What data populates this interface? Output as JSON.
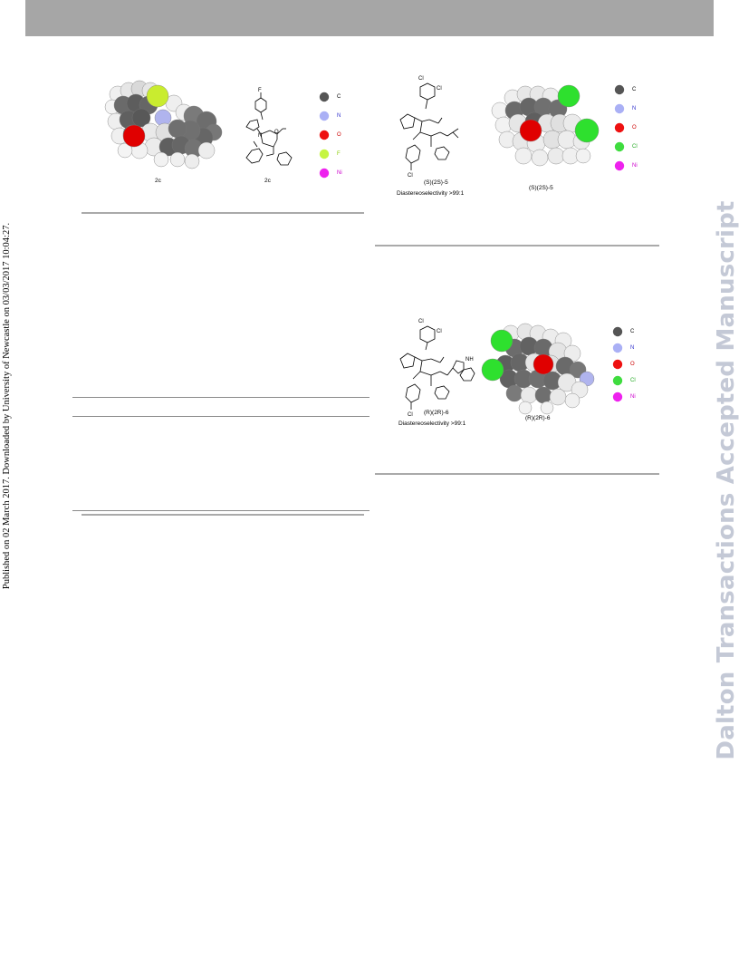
{
  "header": {
    "side_text": "Published on 02 March 2017. Downloaded by University of Newcastle on 03/03/2017 10:04:27.",
    "watermark": "Dalton Transactions Accepted Manuscript"
  },
  "figure1": {
    "model_label": "2c",
    "structure_label": "2c",
    "atoms": {
      "F": "F",
      "N": "N",
      "O": "O"
    },
    "legend": [
      "C",
      "N",
      "O",
      "F",
      "Ni"
    ],
    "legend_colors": [
      "#555555",
      "#aab0f5",
      "#ee1111",
      "#c6f542",
      "#ee22ee"
    ],
    "label_colors": [
      "#000000",
      "#3333cc",
      "#cc0000",
      "#88cc00",
      "#cc00cc"
    ]
  },
  "figure2": {
    "substituents": [
      "Cl",
      "Cl"
    ],
    "compound_label": "(S)(2S)-5",
    "diastereoselectivity": "Diastereoselectivity >99:1",
    "model_label": "(S)(2S)-5",
    "legend": [
      "C",
      "N",
      "O",
      "Cl",
      "Ni"
    ],
    "legend_colors": [
      "#555555",
      "#aab0f5",
      "#ee1111",
      "#3fdc3f",
      "#ee22ee"
    ],
    "label_colors": [
      "#000000",
      "#3333cc",
      "#cc0000",
      "#22aa22",
      "#cc00cc"
    ]
  },
  "figure3": {
    "substituents": [
      "Cl",
      "Cl"
    ],
    "nh_label": "NH",
    "compound_label": "(R)(2R)-6",
    "diastereoselectivity": "Diastereoselectivity >99:1",
    "model_label": "(R)(2R)-6",
    "legend": [
      "C",
      "N",
      "O",
      "Cl",
      "Ni"
    ],
    "legend_colors": [
      "#555555",
      "#aab0f5",
      "#ee1111",
      "#3fdc3f",
      "#ee22ee"
    ],
    "label_colors": [
      "#000000",
      "#3333cc",
      "#cc0000",
      "#22aa22",
      "#cc00cc"
    ]
  }
}
